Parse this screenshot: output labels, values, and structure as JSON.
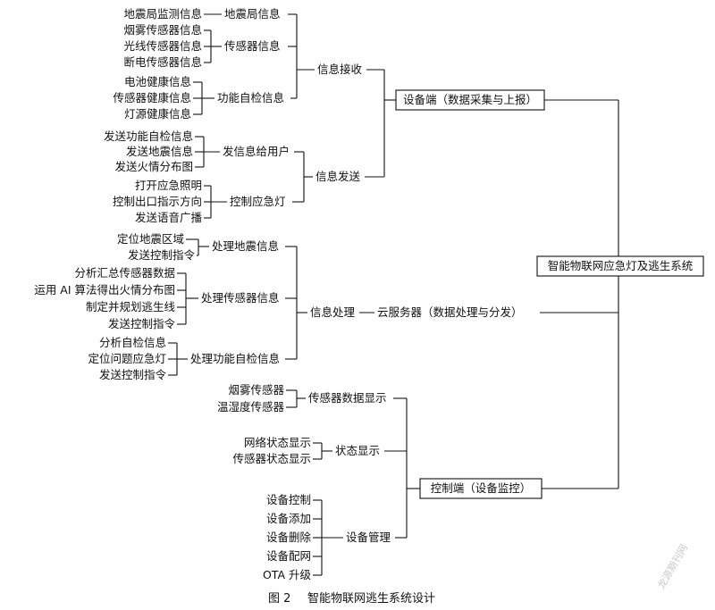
{
  "root": {
    "label": "智能物联网应急灯及逃生系统"
  },
  "device": {
    "label": "设备端（数据采集与上报）",
    "receive": {
      "label": "信息接收",
      "quake": {
        "label": "地震局信息",
        "children": [
          "地震局监测信息"
        ]
      },
      "sensor": {
        "label": "传感器信息",
        "children": [
          "烟雾传感器信息",
          "光线传感器信息",
          "断电传感器信息"
        ]
      },
      "selfcheck": {
        "label": "功能自检信息",
        "children": [
          "电池健康信息",
          "传感器健康信息",
          "灯源健康信息"
        ]
      }
    },
    "send": {
      "label": "信息发送",
      "user": {
        "label": "发信息给用户",
        "children": [
          "发送功能自检信息",
          "发送地震信息",
          "发送火情分布图"
        ]
      },
      "lamp": {
        "label": "控制应急灯",
        "children": [
          "打开应急照明",
          "控制出口指示方向",
          "发送语音广播"
        ]
      }
    }
  },
  "cloud": {
    "label": "云服务器（数据处理与分发）",
    "process": {
      "label": "信息处理",
      "quake": {
        "label": "处理地震信息",
        "children": [
          "定位地震区域",
          "发送控制指令"
        ]
      },
      "sensor": {
        "label": "处理传感器信息",
        "children": [
          "分析汇总传感器数据",
          "运用 AI 算法得出火情分布图",
          "制定并规划逃生线",
          "发送控制指令"
        ]
      },
      "selfcheck": {
        "label": "处理功能自检信息",
        "children": [
          "分析自检信息",
          "定位问题应急灯",
          "发送控制指令"
        ]
      }
    }
  },
  "control": {
    "label": "控制端（设备监控）",
    "sensor_display": {
      "label": "传感器数据显示",
      "children": [
        "烟雾传感器",
        "温湿度传感器"
      ]
    },
    "status_display": {
      "label": "状态显示",
      "children": [
        "网络状态显示",
        "传感器状态显示"
      ]
    },
    "device_mgmt": {
      "label": "设备管理",
      "children": [
        "设备控制",
        "设备添加",
        "设备删除",
        "设备配网",
        "OTA 升级"
      ]
    }
  },
  "caption": {
    "fig": "图 2",
    "title": "智能物联网逃生系统设计"
  },
  "watermark": "龙源期刊网"
}
